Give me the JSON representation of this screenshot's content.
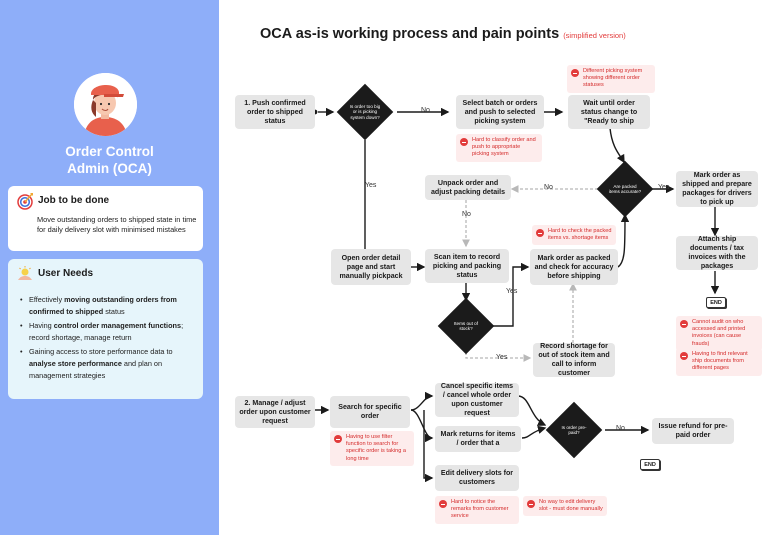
{
  "persona": {
    "title_line1": "Order Control",
    "title_line2": "Admin (OCA)"
  },
  "job": {
    "heading": "Job to be done",
    "text": "Move outstanding orders to shipped state in time for daily delivery slot with minimised mistakes",
    "icon": "target-icon"
  },
  "needs": {
    "heading": "User Needs",
    "icon": "lightbulb-icon",
    "items": [
      {
        "pre": " Effectively ",
        "bold": "moving outstanding orders from confirmed to shipped",
        "post": " status"
      },
      {
        "pre": "Having ",
        "bold": "control order management functions",
        "post": "; record shortage, manage return"
      },
      {
        "pre": "Gaining access to store performance data to ",
        "bold": "analyse store performance",
        "post": " and plan on management strategies"
      }
    ]
  },
  "diagram": {
    "title": "OCA as-is working process and pain points",
    "subtitle": "(simplified version)",
    "boxes": {
      "push": "1. Push confirmed order to shipped status",
      "select_batch": "Select batch or orders and push to selected picking system",
      "wait": "Wait until order status change to \"Ready to ship",
      "unpack": "Unpack order and adjust packing details",
      "mark_shipped": "Mark order as shipped and prepare packages for drivers to pick up",
      "attach_docs": "Attach ship documents / tax invoices with the packages",
      "open_order": "Open order detail page and start manually pickpack",
      "scan": "Scan item to record picking and packing status",
      "mark_packed": "Mark order as packed and check for accuracy before shipping",
      "record_shortage": "Record shortage for out of stock item and call to inform customer",
      "manage": "2. Manage / adjust order upon customer request",
      "search": "Search for specific order",
      "cancel": "Cancel specific items / cancel whole order upon customer request",
      "returns": "Mark returns for items / order that a",
      "edit_slots": "Edit delivery slots for customers",
      "refund": "Issue refund for pre-paid order"
    },
    "decisions": {
      "too_big": "Is order too big or is picking system down?",
      "packed_accurate": "Are packed items accurate?",
      "out_of_stock": "Items out of stock?",
      "prepaid": "Is order pre-paid?"
    },
    "labels": {
      "no1": "No",
      "yes1": "Yes",
      "no2": "No",
      "yes2": "Yes",
      "no3": "No",
      "yes3": "Yes",
      "no4": "No",
      "yes4": "Yes"
    },
    "end1": "END",
    "end2": "END",
    "pains": {
      "p1": "Different picking system showing different order statuses",
      "p2": "Hard to classify order and push to appropriate picking system",
      "p3": "Hard to check the packed items vs. shortage items",
      "p4": "Cannot audit on who accessed and printed invoices (can cause frauds)",
      "p5": "Having to find relevant ship documents from different pages",
      "p6": "Having to use filter function to search for specific order is taking a long time",
      "p7": "Hard to notice the remarks from customer service",
      "p8": "No way to edit delivery slot - must done manually"
    },
    "colors": {
      "panel": "#8eaef9",
      "box": "#e6e6e6",
      "decision": "#1b1b1b",
      "pain_text": "#d42a2a",
      "pain_bg": "#fdecec"
    }
  }
}
